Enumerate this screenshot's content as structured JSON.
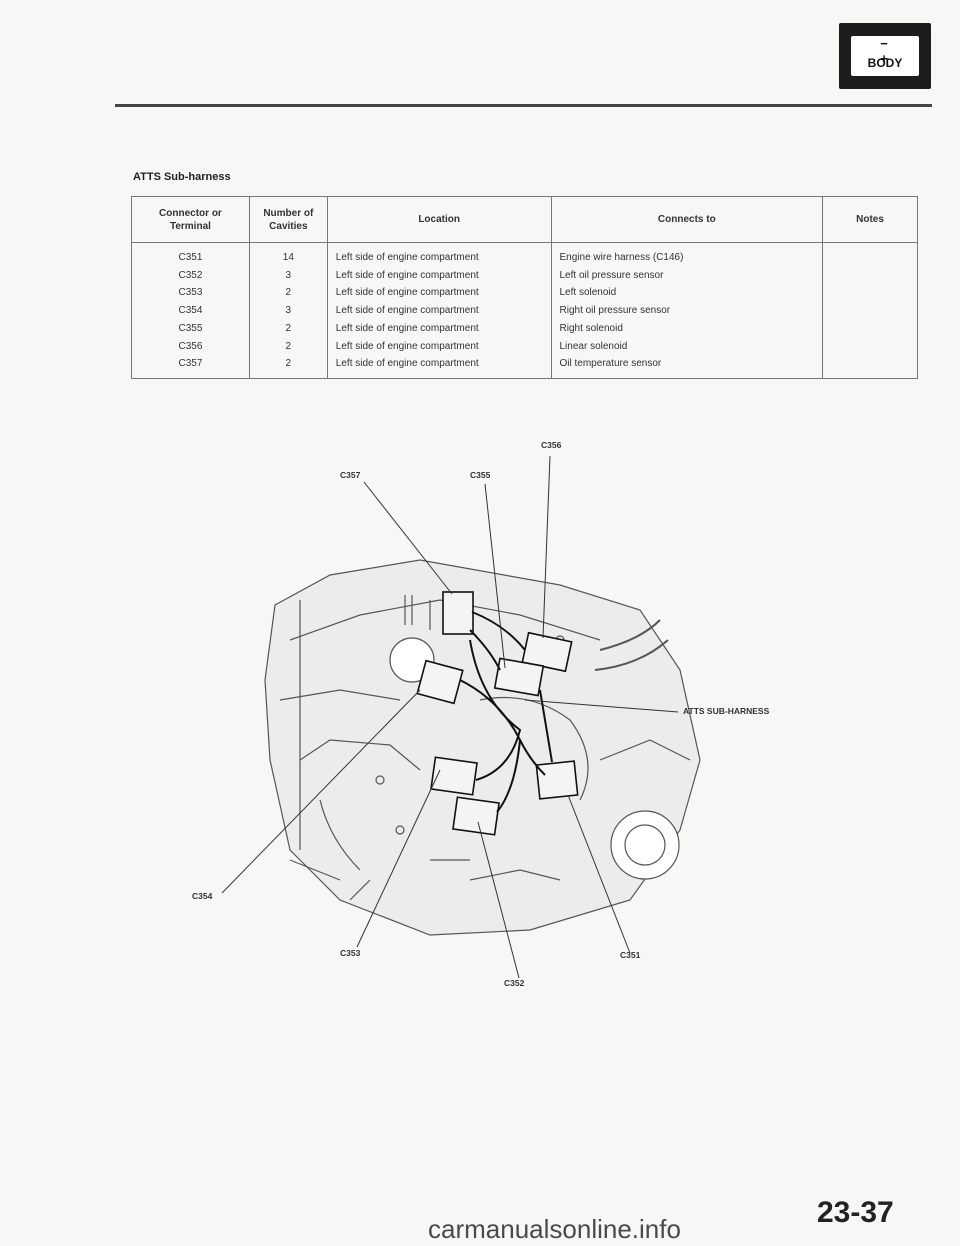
{
  "header": {
    "badge_signs": "− +",
    "badge_label": "BODY"
  },
  "section_title": "ATTS Sub-harness",
  "table": {
    "headers": {
      "connector_line1": "Connector or",
      "connector_line2": "Terminal",
      "cavities_line1": "Number of",
      "cavities_line2": "Cavities",
      "location": "Location",
      "connects_to": "Connects to",
      "notes": "Notes"
    },
    "rows": [
      {
        "connector": "C351",
        "cavities": "14",
        "location": "Left side of engine compartment",
        "connects": "Engine wire harness (C146)"
      },
      {
        "connector": "C352",
        "cavities": "3",
        "location": "Left side of engine compartment",
        "connects": "Left oil pressure sensor"
      },
      {
        "connector": "C353",
        "cavities": "2",
        "location": "Left side of engine compartment",
        "connects": "Left solenoid"
      },
      {
        "connector": "C354",
        "cavities": "3",
        "location": "Left side of engine compartment",
        "connects": "Right oil pressure sensor"
      },
      {
        "connector": "C355",
        "cavities": "2",
        "location": "Left side of engine compartment",
        "connects": "Right solenoid"
      },
      {
        "connector": "C356",
        "cavities": "2",
        "location": "Left side of engine compartment",
        "connects": "Linear solenoid"
      },
      {
        "connector": "C357",
        "cavities": "2",
        "location": "Left side of engine compartment",
        "connects": "Oil temperature sensor"
      }
    ]
  },
  "diagram_labels": {
    "c356": "C356",
    "c357": "C357",
    "c355": "C355",
    "harness": "ATTS SUB-HARNESS",
    "c354": "C354",
    "c353": "C353",
    "c351": "C351",
    "c352": "C352"
  },
  "page_number": "23-37",
  "watermark": "carmanualsonline.info"
}
